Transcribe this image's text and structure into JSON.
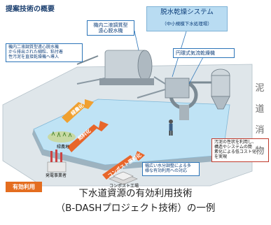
{
  "heading": "提案技術の概要",
  "system_box": {
    "title": "脱水乾燥システム",
    "subtitle": "（中小規模下水処理場）"
  },
  "labels": {
    "dehydrator": "機内二液調質型\n遠心脱水機",
    "feed": "機内二液調質型遠心脱水機\nから排出された細粒、粘付着\n性汚泥を直接乾燥機へ導入",
    "dryer": "円環式気流乾燥機",
    "water": "幅広い水分調整による多\n様な有効利用への対応",
    "explanation": "汚泥の性状を利用し、\n構造やシステムの簡\n素化による低コスト化\nを実現"
  },
  "arrows": {
    "green": "緑農化",
    "fuel": "燃料化",
    "compost": "コンポスト原料化"
  },
  "destinations": {
    "green_land": "緑農地",
    "power_plant": "発電事業者",
    "compost_plant": "コンポスト工場"
  },
  "effective_use": "有効利用",
  "caption": {
    "line1": "下水道資源の有効利用技術",
    "line2": "（B-DASHプロジェクト技術）の一例"
  },
  "edge_text": "泥\n\n道\n\n消\n\n物",
  "colors": {
    "arrow_orange": "#f0a030",
    "arrow_red": "#e8662a",
    "accent_blue": "#2b74b8",
    "floor": "#dfe6ea",
    "pool_water": "#bfe3f5"
  }
}
